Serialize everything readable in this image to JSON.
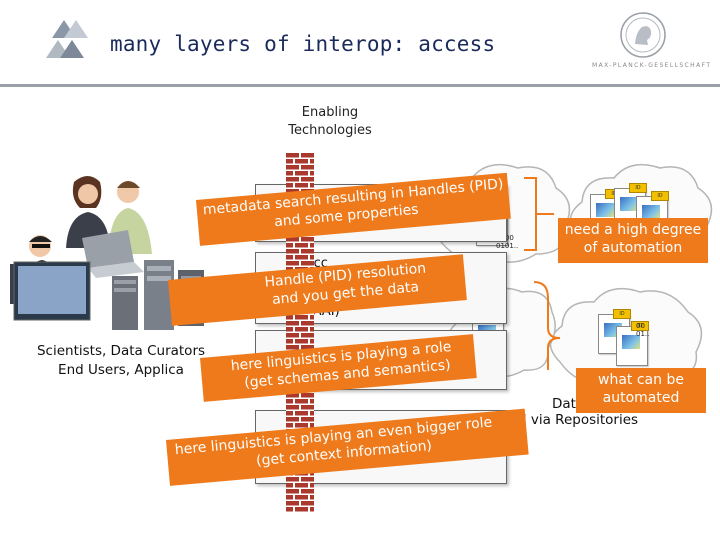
{
  "header": {
    "title": "many layers of interop: access",
    "seal_caption": "MAX-PLANCK-GESELLSCHAFT"
  },
  "diagram": {
    "enabling_label": [
      "Enabling",
      "Technologies"
    ],
    "layer_access_partial": "Acc",
    "layer_access_tail": "tools, AAI)",
    "left_actors": [
      "Scientists, Data Curators",
      "End Users, Applica"
    ],
    "right_data_label": [
      "Data",
      "d via Repositories"
    ],
    "binary_top": [
      "0100",
      "0101.."
    ],
    "binary_mid": [
      "00",
      "01.."
    ],
    "doc_tag": "ID",
    "callouts": {
      "pid_search": [
        "metadata search resulting in Handles (PID)",
        "and some properties"
      ],
      "handle_resolution": [
        "Handle (PID) resolution",
        "and you get the data"
      ],
      "schemas": [
        "here linguistics is playing a role",
        "(get schemas and semantics)"
      ],
      "context": [
        "here linguistics is playing an even bigger role",
        "(get context information)"
      ],
      "automation": [
        "need a high degree",
        "of automation"
      ],
      "automated": [
        "what can be",
        "automated"
      ]
    }
  },
  "colors": {
    "title": "#1a2a5a",
    "orange": "#ee7a1c",
    "brick": "#a8392c",
    "cloud_stroke": "#b5b5b5"
  }
}
